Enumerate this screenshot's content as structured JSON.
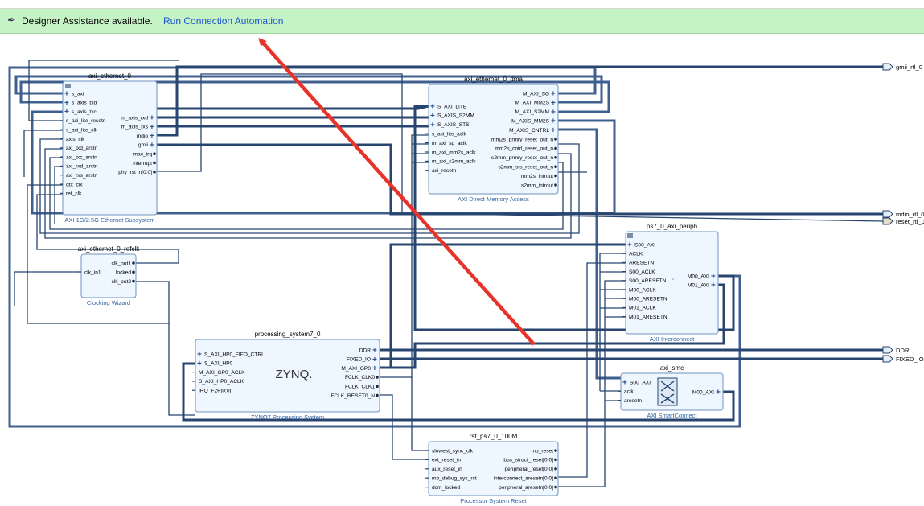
{
  "banner": {
    "message": "Designer Assistance available.",
    "link": "Run Connection Automation",
    "icon": "pin-icon"
  },
  "blocks": {
    "axi_ethernet_0": {
      "title": "axi_ethernet_0",
      "subtitle": "AXI 1G/2.5G Ethernet Subsystem",
      "left_pins": [
        "s_axi",
        "s_axis_txd",
        "s_axis_txc",
        "s_axi_lite_resetn",
        "s_axi_lite_clk",
        "axis_clk",
        "axi_txd_arstn",
        "axi_txc_arstn",
        "axi_rxd_arstn",
        "axi_rxs_arstn",
        "gtx_clk",
        "ref_clk"
      ],
      "right_pins": [
        "m_axis_rxd",
        "m_axis_rxs",
        "mdio",
        "gmii",
        "mac_irq",
        "interrupt",
        "phy_rst_n[0:0]"
      ]
    },
    "axi_ethernet_0_dma": {
      "title": "axi_ethernet_0_dma",
      "subtitle": "AXI Direct Memory Access",
      "left_pins": [
        "S_AXI_LITE",
        "S_AXIS_S2MM",
        "S_AXIS_STS",
        "s_axi_lite_aclk",
        "m_axi_sg_aclk",
        "m_axi_mm2s_aclk",
        "m_axi_s2mm_aclk",
        "axi_resetn"
      ],
      "right_pins": [
        "M_AXI_SG",
        "M_AXI_MM2S",
        "M_AXI_S2MM",
        "M_AXIS_MM2S",
        "M_AXIS_CNTRL",
        "mm2s_prmry_reset_out_n",
        "mm2s_cntrl_reset_out_n",
        "s2mm_prmry_reset_out_n",
        "s2mm_sts_reset_out_n",
        "mm2s_introut",
        "s2mm_introut"
      ]
    },
    "axi_ethernet_0_refclk": {
      "title": "axi_ethernet_0_refclk",
      "subtitle": "Clocking Wizard",
      "left_pins": [
        "clk_in1"
      ],
      "right_pins": [
        "clk_out1",
        "locked",
        "clk_out2"
      ]
    },
    "ps7_0_axi_periph": {
      "title": "ps7_0_axi_periph",
      "subtitle": "AXI Interconnect",
      "left_pins": [
        "S00_AXI",
        "ACLK",
        "ARESETN",
        "S00_ACLK",
        "S00_ARESETN",
        "M00_ACLK",
        "M00_ARESETN",
        "M01_ACLK",
        "M01_ARESETN"
      ],
      "right_pins": [
        "M00_AXI",
        "M01_AXI"
      ]
    },
    "processing_system7_0": {
      "title": "processing_system7_0",
      "subtitle": "ZYNQ7 Processing System",
      "logo": "ZYNQ.",
      "left_pins": [
        "S_AXI_HP0_FIFO_CTRL",
        "S_AXI_HP0",
        "M_AXI_GP0_ACLK",
        "S_AXI_HP0_ACLK",
        "IRQ_F2P[0:0]"
      ],
      "right_pins": [
        "DDR",
        "FIXED_IO",
        "M_AXI_GP0",
        "FCLK_CLK0",
        "FCLK_CLK1",
        "FCLK_RESET0_N"
      ]
    },
    "axi_smc": {
      "title": "axi_smc",
      "subtitle": "AXI SmartConnect",
      "left_pins": [
        "S00_AXI",
        "aclk",
        "aresetn"
      ],
      "right_pins": [
        "M00_AXI"
      ]
    },
    "rst_ps7_0_100M": {
      "title": "rst_ps7_0_100M",
      "subtitle": "Processor System Reset",
      "left_pins": [
        "slowest_sync_clk",
        "ext_reset_in",
        "aux_reset_in",
        "mb_debug_sys_rst",
        "dcm_locked"
      ],
      "right_pins": [
        "mb_reset",
        "bus_struct_reset[0:0]",
        "peripheral_reset[0:0]",
        "interconnect_aresetn[0:0]",
        "peripheral_aresetn[0:0]"
      ]
    }
  },
  "external_ports": [
    "gmii_rtl_0",
    "mdio_rtl_0",
    "reset_rtl_0",
    "DDR",
    "FIXED_IO"
  ],
  "colors": {
    "banner_bg": "#c6f3c6",
    "link": "#1a55c8",
    "block_fill": "#eef6ff",
    "block_border": "#6f93bf",
    "wire": "#27456f",
    "arrow": "#e8332b",
    "subtitle": "#3163a3"
  }
}
